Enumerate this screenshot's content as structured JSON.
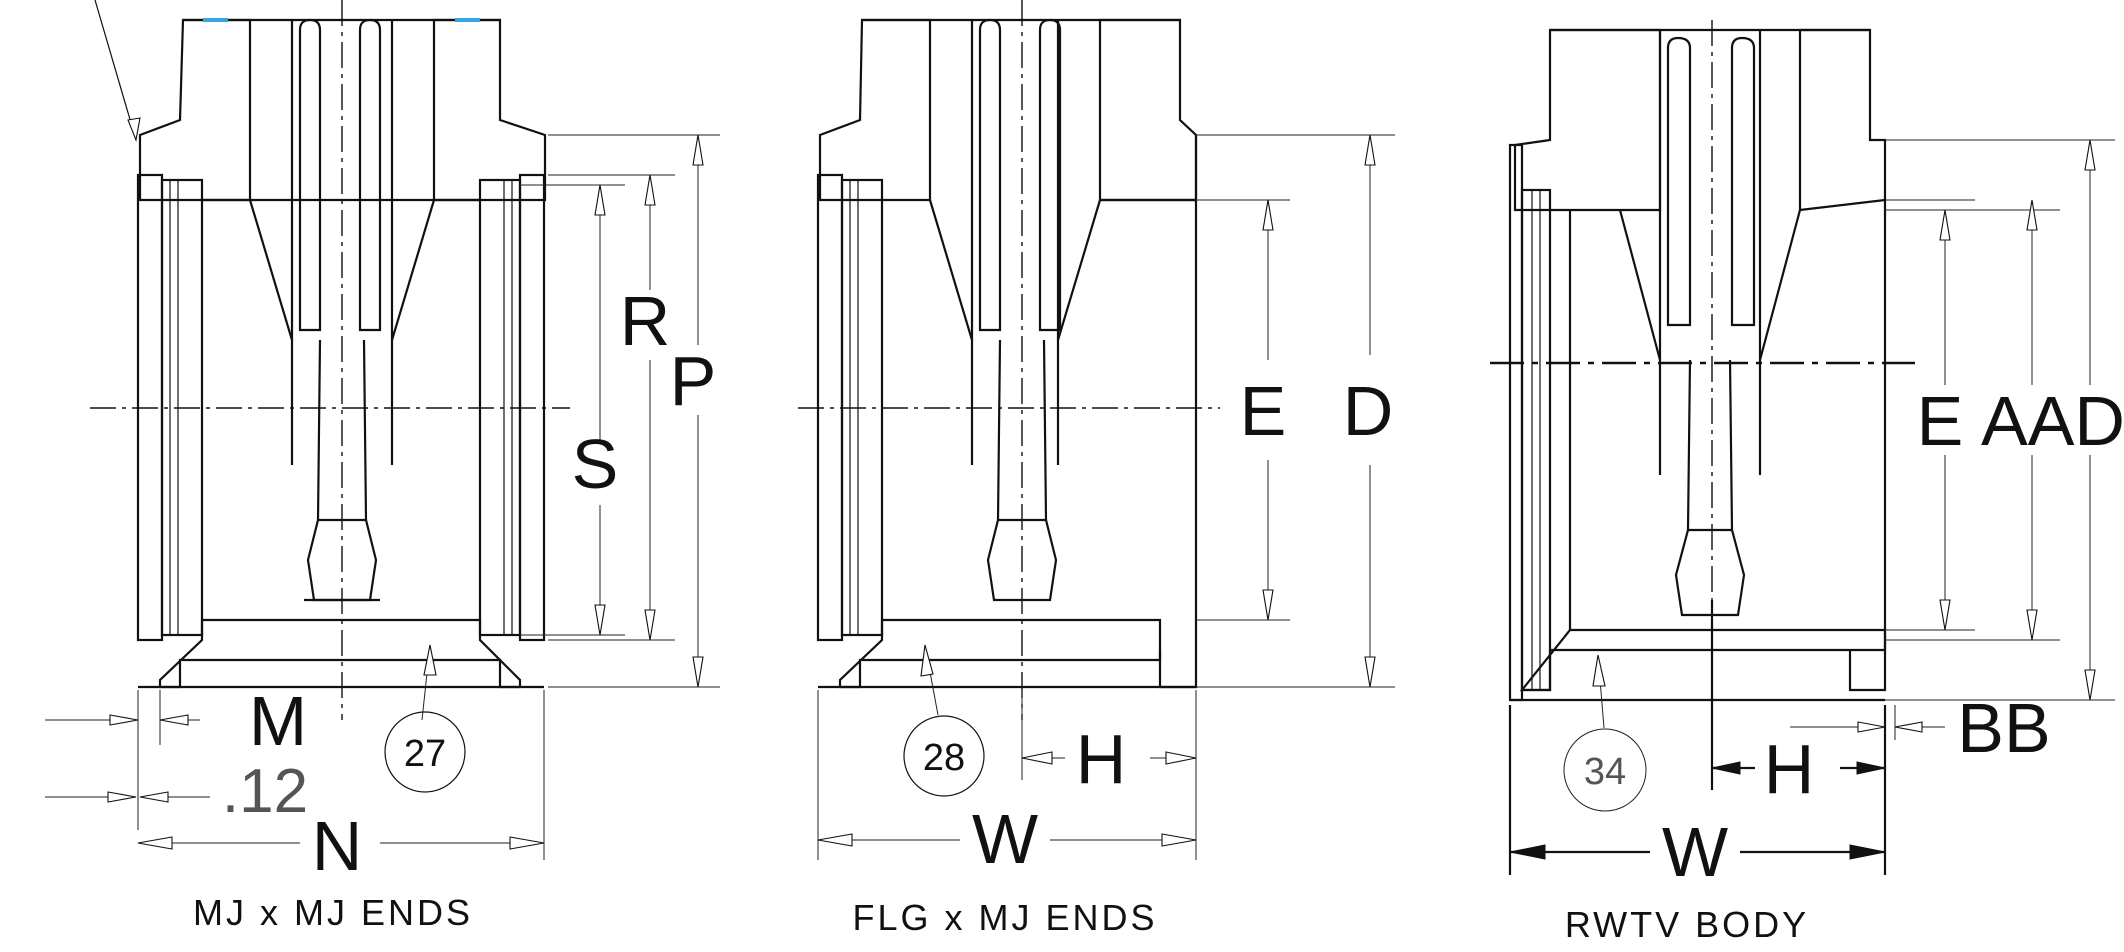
{
  "views": [
    {
      "caption": "MJ x MJ ENDS",
      "dimensions": {
        "r": "R",
        "p": "P",
        "s": "S",
        "m": "M",
        "n": "N",
        "tolerance": ".12"
      },
      "callout": "27"
    },
    {
      "caption": "FLG x MJ ENDS",
      "dimensions": {
        "e": "E",
        "d": "D",
        "h": "H",
        "w": "W"
      },
      "callout": "28"
    },
    {
      "caption": "RWTV BODY",
      "dimensions": {
        "e": "E",
        "aad": "AAD",
        "bb": "BB",
        "h": "H",
        "w": "W"
      },
      "callout": "34"
    }
  ],
  "colors": {
    "line": "#111111",
    "accent": "#35a7e0",
    "background": "#ffffff"
  }
}
